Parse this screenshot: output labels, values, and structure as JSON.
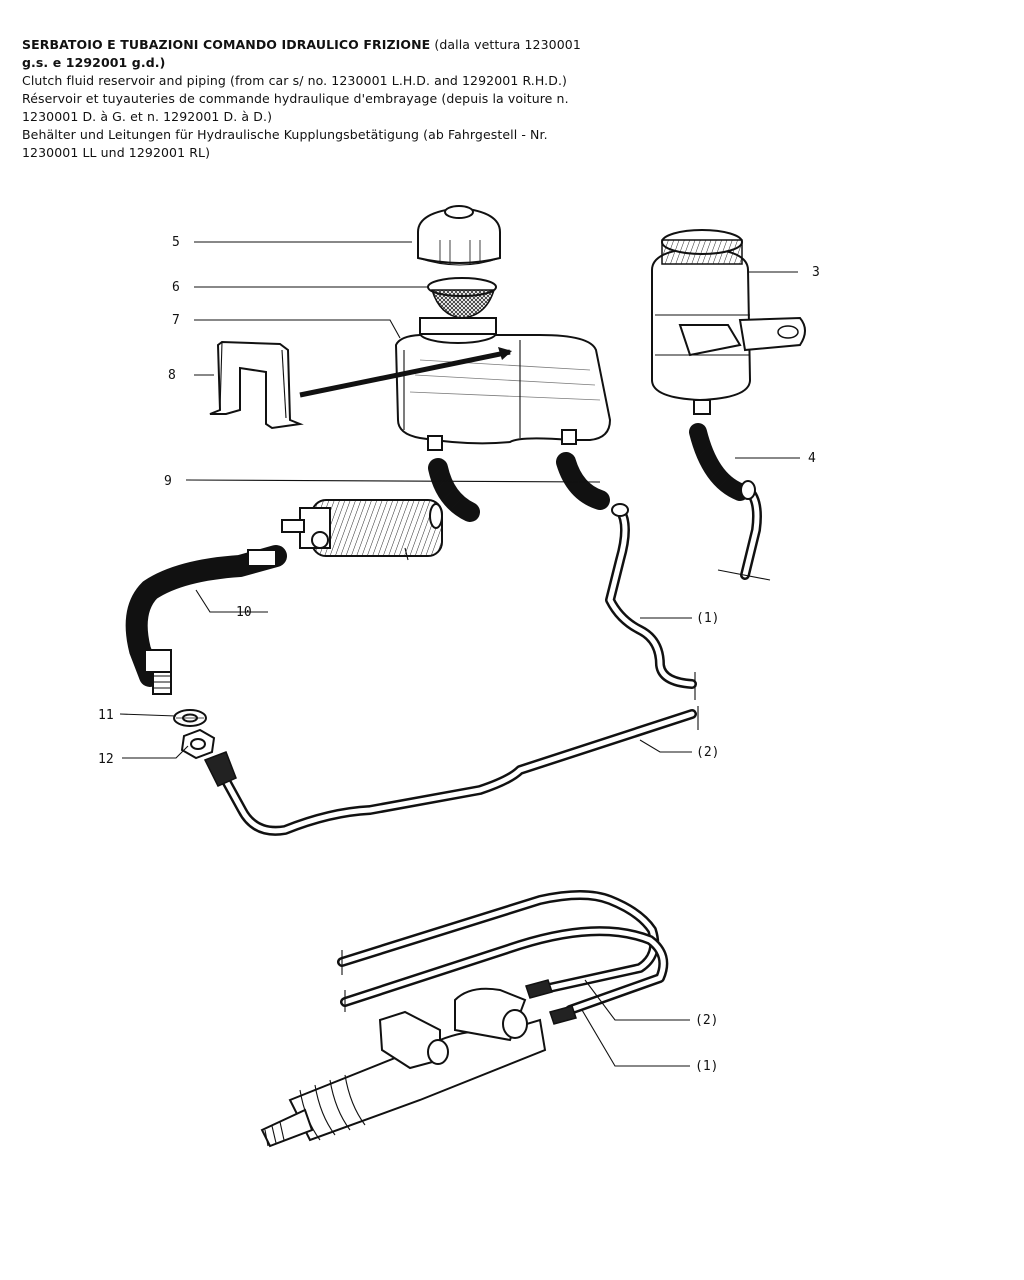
{
  "header": {
    "it_bold": "SERBATOIO E TUBAZIONI COMANDO IDRAULICO FRIZIONE",
    "it_rest": " (dalla vettura 1230001",
    "it_line2": "g.s. e 1292001 g.d.)",
    "en_line": "Clutch fluid reservoir and piping (from car s/ no. 1230001 L.H.D. and 1292001 R.H.D.)",
    "fr_line1": "Réservoir et tuyauteries de commande hydraulique d'embrayage (depuis la voiture n.",
    "fr_line2": "1230001 D. à G. et n. 1292001 D. à D.)",
    "de_line1": "Behälter und Leitungen für Hydraulische Kupplungsbetätigung (ab Fahrgestell - Nr.",
    "de_line2": "1230001 LL und 1292001 RL)"
  },
  "callouts": {
    "c3": "3",
    "c4": "4",
    "c5": "5",
    "c6": "6",
    "c7": "7",
    "c8": "8",
    "c9": "9",
    "c10": "10",
    "c11": "11",
    "c12": "12",
    "pipe1_upper": "(1)",
    "pipe2_upper": "(2)",
    "pipe2_lower": "(2)",
    "pipe1_lower": "(1)"
  }
}
